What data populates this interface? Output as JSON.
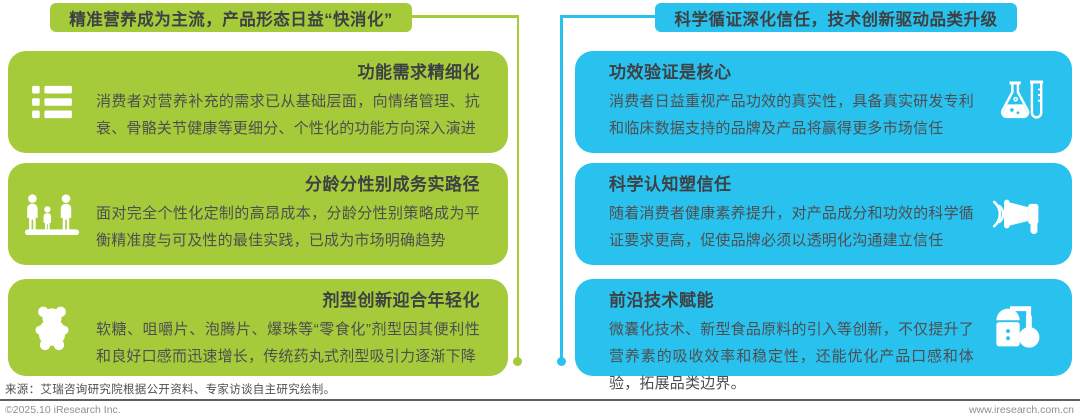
{
  "colors": {
    "green": "#a6cb3a",
    "cyan": "#29c2ef",
    "title_text": "#3d4144",
    "body_text": "#4d4e50",
    "footer_text": "#8e8e8e"
  },
  "headers": {
    "left": "精准营养成为主流，产品形态日益“快消化”",
    "right": "科学循证深化信任，技术创新驱动品类升级"
  },
  "left_cards": [
    {
      "icon": "list-icon",
      "title": "功能需求精细化",
      "body": "消费者对营养补充的需求已从基础层面，向情绪管理、抗衰、骨骼关节健康等更细分、个性化的功能方向深入演进"
    },
    {
      "icon": "family-icon",
      "title": "分龄分性别成务实路径",
      "body": "面对完全个性化定制的高昂成本，分龄分性别策略成为平衡精准度与可及性的最佳实践，已成为市场明确趋势"
    },
    {
      "icon": "gummy-bear-icon",
      "title": "剂型创新迎合年轻化",
      "body": "软糖、咀嚼片、泡腾片、爆珠等“零食化”剂型因其便利性和良好口感而迅速增长，传统药丸式剂型吸引力逐渐下降"
    }
  ],
  "right_cards": [
    {
      "icon": "flask-icon",
      "title": "功效验证是核心",
      "body": "消费者日益重视产品功效的真实性，具备真实研发专利和临床数据支持的品牌及产品将赢得更多市场信任"
    },
    {
      "icon": "megaphone-icon",
      "title": "科学认知塑信任",
      "body": "随着消费者健康素养提升，对产品成分和功效的科学循证要求更高，促使品牌必须以透明化沟通建立信任"
    },
    {
      "icon": "apparatus-icon",
      "title": "前沿技术赋能",
      "body": "微囊化技术、新型食品原料的引入等创新，不仅提升了营养素的吸收效率和稳定性，还能优化产品口感和体验，拓展品类边界。"
    }
  ],
  "footer": {
    "note": "来源：艾瑞咨询研究院根据公开资料、专家访谈自主研究绘制。",
    "copyright": "©2025.10 iResearch Inc.",
    "website": "www.iresearch.com.cn"
  }
}
